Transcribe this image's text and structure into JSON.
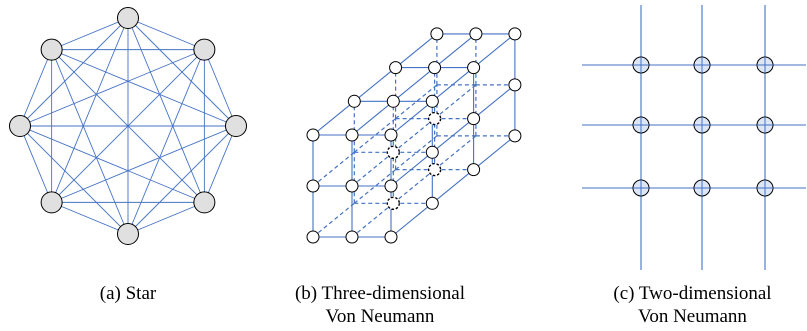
{
  "figures": [
    {
      "id": "a",
      "caption": [
        "(a) Star"
      ],
      "topology": "fully-connected ring",
      "node_count": 8
    },
    {
      "id": "b",
      "caption": [
        "(b) Three-dimensional",
        "Von Neumann"
      ],
      "topology": "3D lattice",
      "grid": [
        3,
        3,
        4
      ]
    },
    {
      "id": "c",
      "caption": [
        "(c) Two-dimensional",
        "Von Neumann"
      ],
      "topology": "2D lattice",
      "grid": [
        3,
        3
      ]
    }
  ],
  "colors": {
    "edge": "#4472c4",
    "node_stroke": "#000000",
    "star_node_fill": "#e0e0e0",
    "grid_node_fill": "#dce6f4",
    "cube_node_fill": "#ffffff"
  }
}
